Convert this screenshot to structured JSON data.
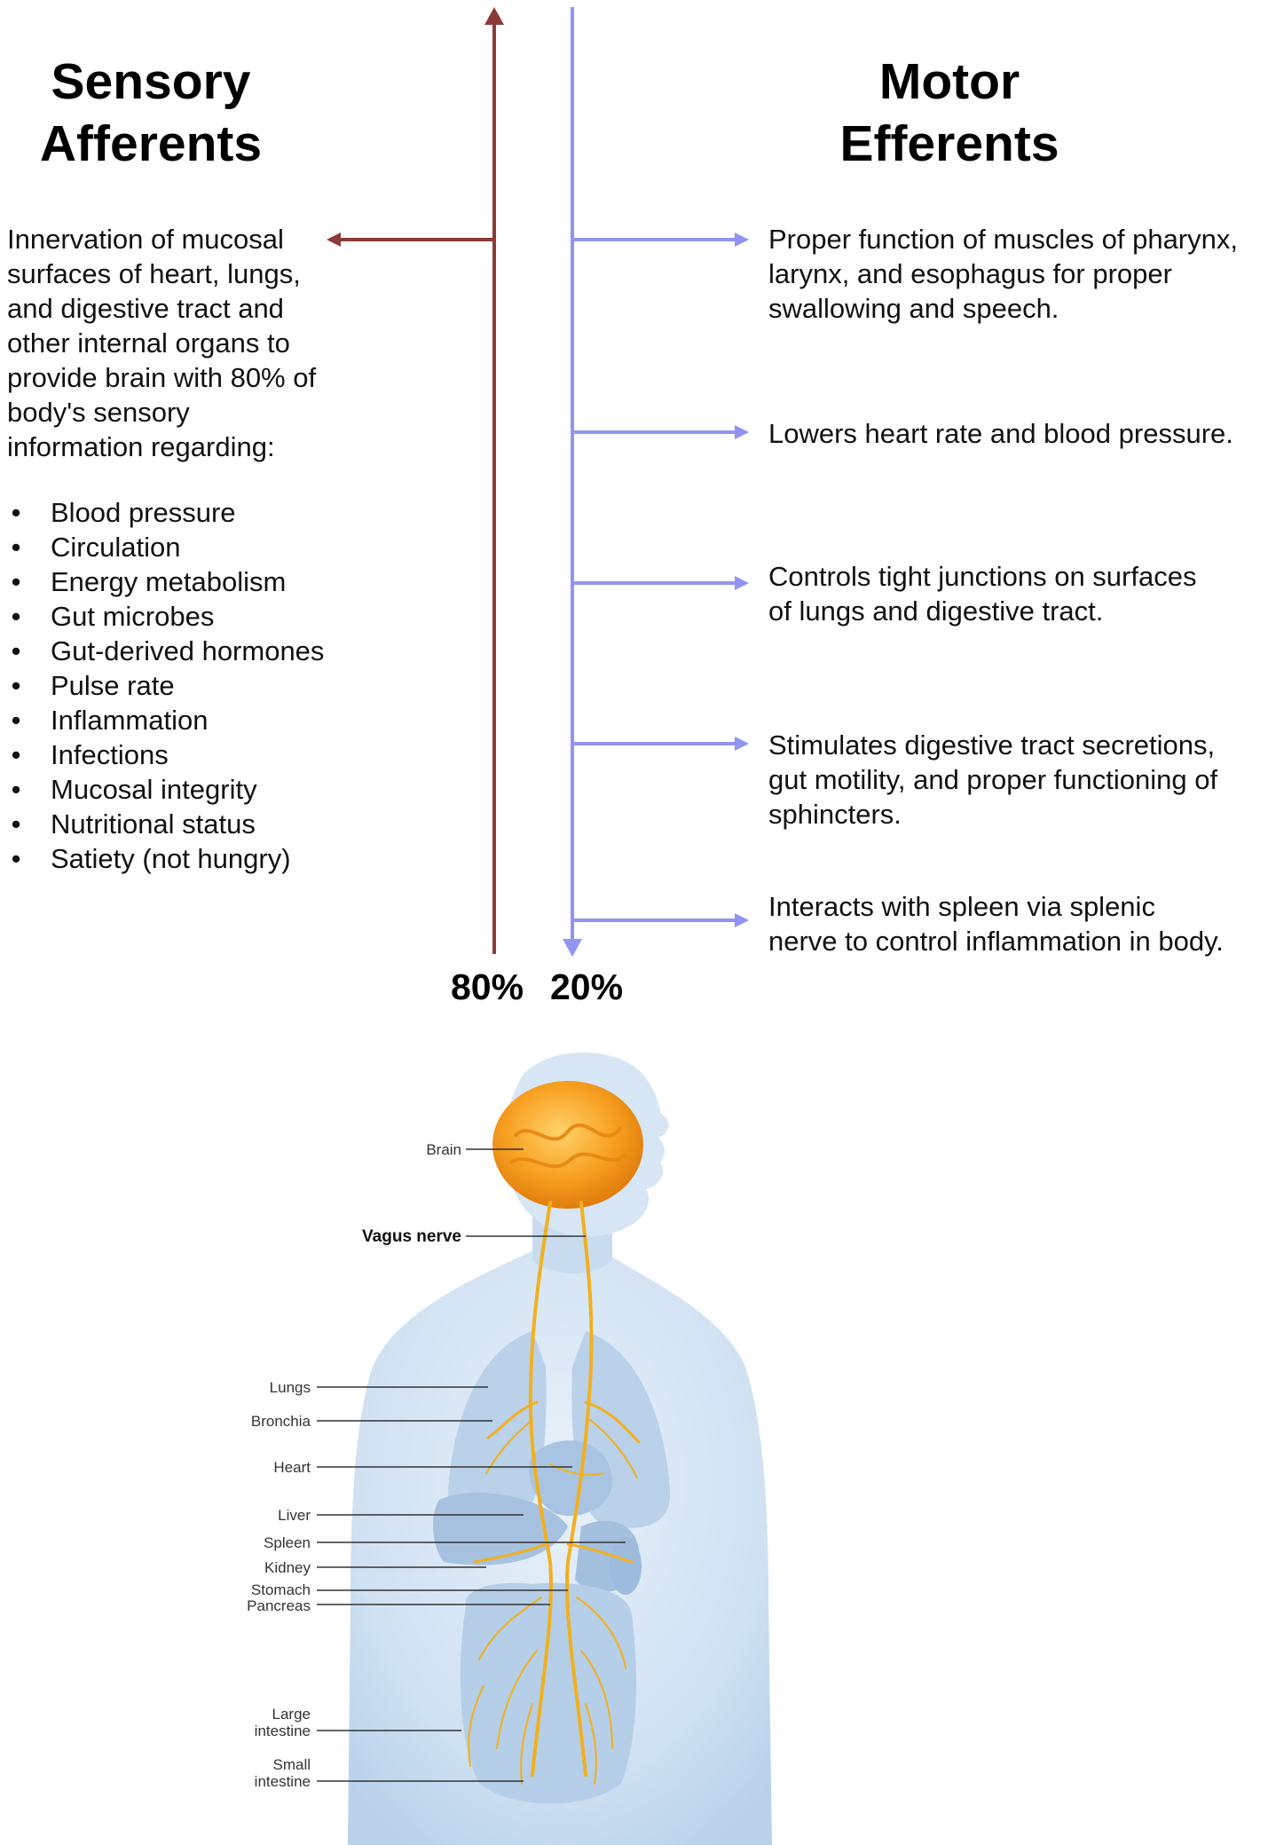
{
  "colors": {
    "afferent": "#8c3a3a",
    "efferent": "#8f95f0",
    "nerve": "#f2b01e",
    "body": "#cfe1f2",
    "brain": "#f7a021"
  },
  "sensory": {
    "heading_line1": "Sensory",
    "heading_line2": "Afferents",
    "description_lines": [
      "Innervation of mucosal",
      "surfaces of heart, lungs,",
      "and digestive tract and",
      "other internal organs to",
      "provide brain with 80% of",
      "body's sensory",
      "information regarding:"
    ],
    "bullets": [
      "Blood pressure",
      "Circulation",
      "Energy metabolism",
      "Gut microbes",
      "Gut-derived hormones",
      "Pulse rate",
      "Inflammation",
      "Infections",
      "Mucosal integrity",
      "Nutritional status",
      "Satiety (not hungry)"
    ]
  },
  "motor": {
    "heading_line1": "Motor",
    "heading_line2": "Efferents",
    "items": [
      [
        "Proper function of muscles of pharynx,",
        "larynx, and esophagus for proper",
        "swallowing and speech."
      ],
      [
        "Lowers heart rate and blood pressure."
      ],
      [
        "Controls tight junctions on surfaces",
        "of lungs and digestive tract."
      ],
      [
        "Stimulates digestive tract secretions,",
        "gut motility, and proper functioning of",
        "sphincters."
      ],
      [
        "Interacts with spleen via splenic",
        "nerve to control inflammation in body."
      ]
    ]
  },
  "percentages": {
    "afferent": "80%",
    "efferent": "20%"
  },
  "anatomy": {
    "labels": {
      "brain": "Brain",
      "vagus_nerve": "Vagus nerve",
      "lungs": "Lungs",
      "bronchia": "Bronchia",
      "heart": "Heart",
      "liver": "Liver",
      "spleen": "Spleen",
      "kidney": "Kidney",
      "stomach": "Stomach",
      "pancreas": "Pancreas",
      "large_intestine_1": "Large",
      "large_intestine_2": "intestine",
      "small_intestine_1": "Small",
      "small_intestine_2": "intestine"
    }
  }
}
